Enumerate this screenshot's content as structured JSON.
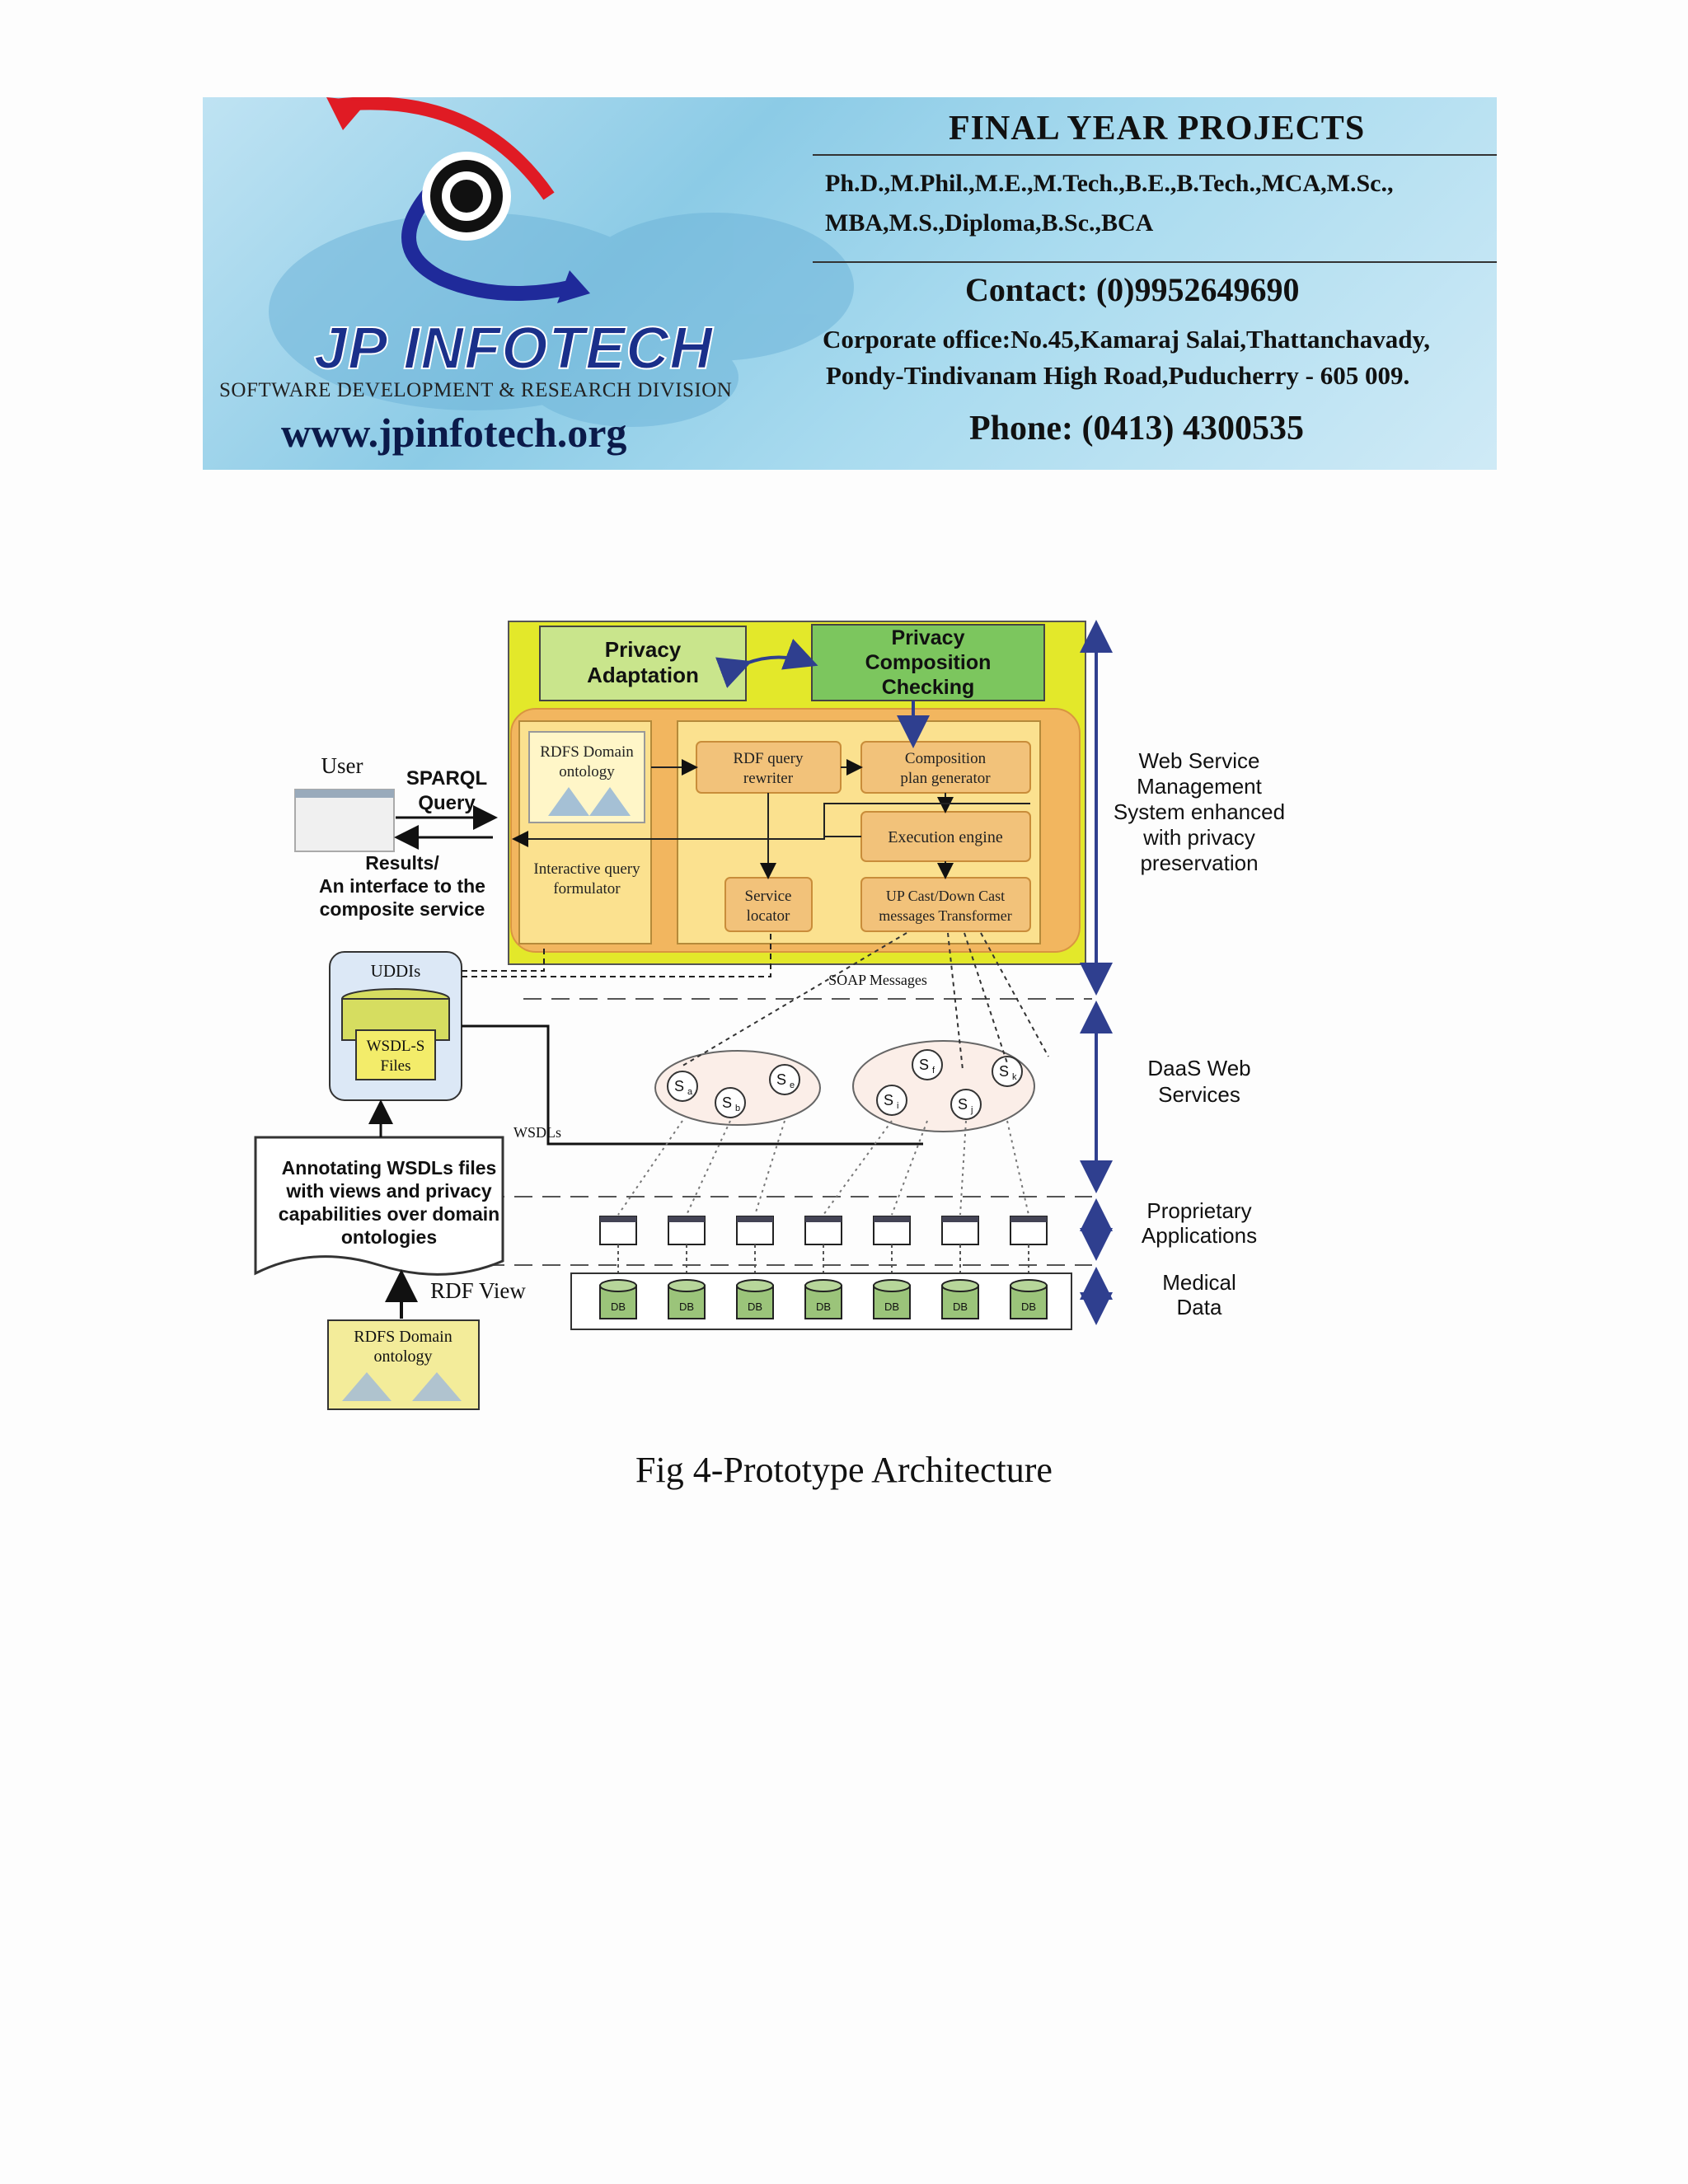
{
  "banner": {
    "title": "FINAL YEAR PROJECTS",
    "qualifications_line1": "Ph.D.,M.Phil.,M.E.,M.Tech.,B.E.,B.Tech.,MCA,M.Sc.,",
    "qualifications_line2": "MBA,M.S.,Diploma,B.Sc.,BCA",
    "contact": "Contact: (0)9952649690",
    "address_line1": "Corporate office:No.45,Kamaraj Salai,Thattanchavady,",
    "address_line2": "Pondy-Tindivanam High Road,Puducherry - 605 009.",
    "phone": "Phone: (0413) 4300535",
    "logo_name": "JP INFOTECH",
    "logo_subtitle": "SOFTWARE DEVELOPMENT & RESEARCH DIVISION",
    "website": "www.jpinfotech.org"
  },
  "diagram": {
    "privacy_adaptation": [
      "Privacy",
      "Adaptation"
    ],
    "privacy_composition": [
      "Privacy",
      "Composition",
      "Checking"
    ],
    "rdfs_domain_ontology": [
      "RDFS Domain",
      "ontology"
    ],
    "rdf_query_rewriter": [
      "RDF query",
      "rewriter"
    ],
    "composition_plan_generator": [
      "Composition",
      "plan generator"
    ],
    "execution_engine": "Execution engine",
    "interactive_query_formulator": [
      "Interactive query",
      "formulator"
    ],
    "service_locator": [
      "Service",
      "locator"
    ],
    "up_down_cast": [
      "UP Cast/Down Cast",
      "messages Transformer"
    ],
    "user": "User",
    "sparql_query": [
      "SPARQL",
      "Query"
    ],
    "results": [
      "Results/",
      "An interface to the",
      "composite service"
    ],
    "uddi": "UDDIs",
    "wsdl_s_files": [
      "WSDL-S",
      "Files"
    ],
    "soap_messages": "SOAP Messages",
    "wsdls": "WSDLs",
    "annotating": [
      "Annotating WSDLs files",
      "with views and privacy",
      "capabilities over domain",
      "ontologies"
    ],
    "rdf_view": "RDF View",
    "rdfs_domain_ontology_bottom": [
      "RDFS Domain",
      "ontology"
    ],
    "layer_web_service": [
      "Web Service",
      "Management",
      "System enhanced",
      "with privacy",
      "preservation"
    ],
    "layer_daas": [
      "DaaS Web",
      "Services"
    ],
    "layer_proprietary": [
      "Proprietary",
      "Applications"
    ],
    "layer_medical": [
      "Medical",
      "Data"
    ],
    "services": [
      "S",
      "S",
      "S",
      "S",
      "S",
      "S",
      "S"
    ],
    "service_subscripts": [
      "a",
      "b",
      "e",
      "f",
      "i",
      "j",
      "k"
    ],
    "db_label": "DB"
  },
  "caption": "Fig 4-Prototype Architecture",
  "colors": {
    "yellow_outer": "#e3e82a",
    "green_box": "#c9e58c",
    "green_dark": "#7cc65e",
    "orange_panel": "#f2b65f",
    "cream_box": "#fbe18f",
    "arrow_blue": "#2f3f8f"
  }
}
